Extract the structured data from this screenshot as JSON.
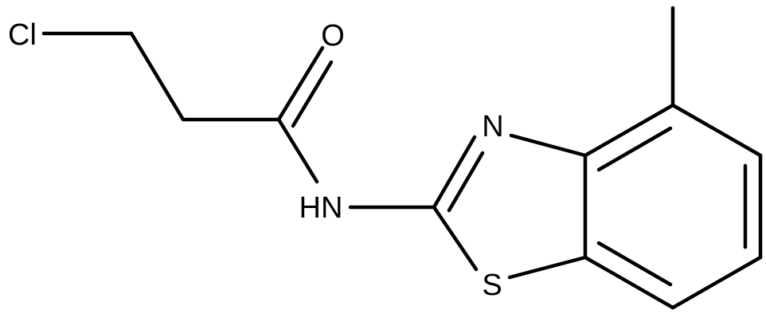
{
  "structure": {
    "atom_labels": {
      "chlorine": "Cl",
      "carbonyl_oxygen": "O",
      "amide_nitrogen": "HN",
      "thiazole_nitrogen": "N",
      "thiazole_sulfur": "S"
    },
    "colors": {
      "bond": "#000000",
      "label": "#000000",
      "background": "#ffffff"
    }
  }
}
